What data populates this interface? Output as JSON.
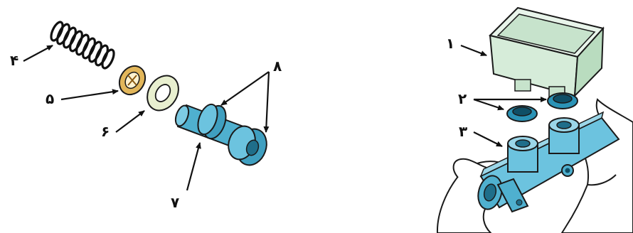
{
  "labels": {
    "n1": "۱",
    "n2": "۲",
    "n3": "۳",
    "n4": "۴",
    "n5": "۵",
    "n6": "۶",
    "n7": "۷",
    "n8": "۸"
  },
  "colors": {
    "metal_blue": "#4fb0cf",
    "reservoir_green": "#d6ecd9",
    "seal_cream": "#e8efcf",
    "washer_gold": "#e2b65a",
    "skin": "#ffffff",
    "outline": "#1a1a1a"
  }
}
